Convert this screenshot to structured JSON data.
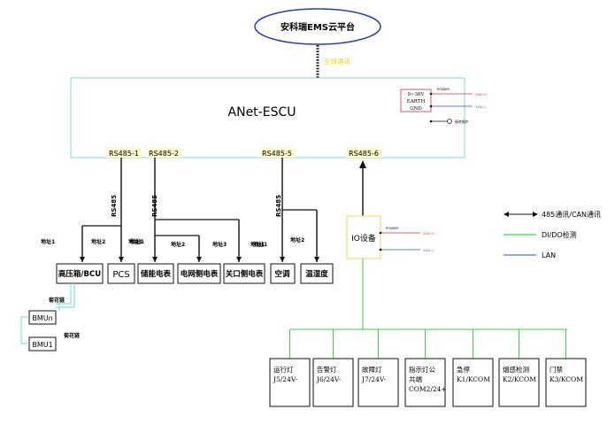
{
  "cloud": {
    "label": "安科瑞EMS云平台",
    "link_label": "全球通讯"
  },
  "escu": {
    "title": "ANet-ESCU"
  },
  "power_box": {
    "lines": [
      "9~36V",
      "EARTH",
      "GND"
    ],
    "power_label": "POWER",
    "wire1": "24V(+)",
    "wire2": "24V(-)",
    "ground_label": "接地保护"
  },
  "ports": {
    "p1": "RS485-1",
    "p2": "RS485-2",
    "p5": "RS485-5",
    "p6": "RS485-6"
  },
  "bus_labels": {
    "b1": "RS485",
    "b2": "RS485",
    "b5": "RS485"
  },
  "devices": {
    "bcu": "高压箱/BCU",
    "pcs": "PCS",
    "storage_meter": "储能电表",
    "grid_meter": "电网侧电表",
    "gate_meter": "关口侧电表",
    "ac": "空调",
    "th": "温湿度"
  },
  "addresses": {
    "bcu": "地址1",
    "pcs_left": "地址2",
    "pcs": "地址1",
    "storage": "地址1",
    "grid": "地址2",
    "gate_left": "地址3",
    "gate": "地址1",
    "ac_left": "地址1",
    "ac": "地址2"
  },
  "bmu": {
    "n": "BMUn",
    "one": "BMU1",
    "chain1": "菊花链",
    "chain2": "菊花链"
  },
  "io": {
    "label": "IO设备",
    "power_label": "POWER",
    "wire1": "24V(+)",
    "wire2": "24V(-)"
  },
  "legend": {
    "comm": "485通讯/CAN通讯",
    "dido": "DI/DO检测",
    "lan": "LAN"
  },
  "io_boxes": [
    {
      "line1": "运行灯",
      "line2": "J5/24V-",
      "line3": ""
    },
    {
      "line1": "告警灯",
      "line2": "J6/24V-",
      "line3": ""
    },
    {
      "line1": "故障灯",
      "line2": "J7/24V-",
      "line3": ""
    },
    {
      "line1": "指示灯公",
      "line2": "共端",
      "line3": "COM2/24+"
    },
    {
      "line1": "急停",
      "line2": "K1/KCOM",
      "line3": ""
    },
    {
      "line1": "烟感检测",
      "line2": "K2/KCOM",
      "line3": ""
    },
    {
      "line1": "门禁",
      "line2": "K3/KCOM",
      "line3": ""
    }
  ],
  "colors": {
    "escu_border": "#7fd6e6",
    "port_fill": "#fff8c8",
    "io_border": "#f0e26a",
    "green": "#3fd24a",
    "blue": "#5a6cf0",
    "cloud_fill": "#ffffff",
    "cloud_border": "#2a3fb0",
    "red": "#d0313a",
    "bmu_text": "#2fc43a"
  }
}
